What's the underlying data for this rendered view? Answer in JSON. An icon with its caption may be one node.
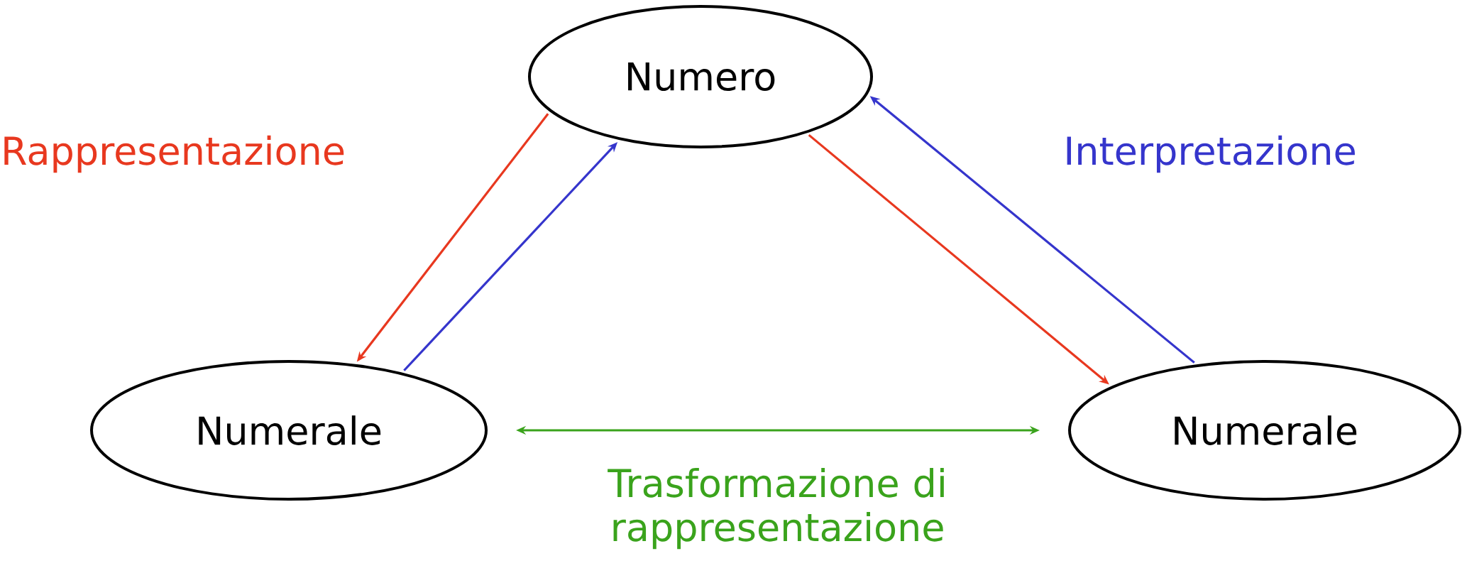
{
  "diagram": {
    "nodes": [
      {
        "text": [
          "Numero"
        ]
      },
      {
        "text": [
          "Numerale"
        ]
      },
      {
        "text": [
          "Numerale"
        ]
      }
    ],
    "edges": [
      {
        "from": 0,
        "to": 1,
        "arrow": "to",
        "color": "#e8381f"
      },
      {
        "from": 1,
        "to": 0,
        "arrow": "to",
        "color": "#3535cc"
      },
      {
        "from": 0,
        "to": 2,
        "arrow": "to",
        "color": "#e8381f"
      },
      {
        "from": 2,
        "to": 0,
        "arrow": "to",
        "color": "#3535cc"
      },
      {
        "from": 1,
        "to": 2,
        "arrow": "both",
        "color": "#3aa31c",
        "label": "Trasformazione di rappresentazione"
      }
    ],
    "labels": [
      "Rappresentazione",
      "Interpretazione"
    ]
  }
}
